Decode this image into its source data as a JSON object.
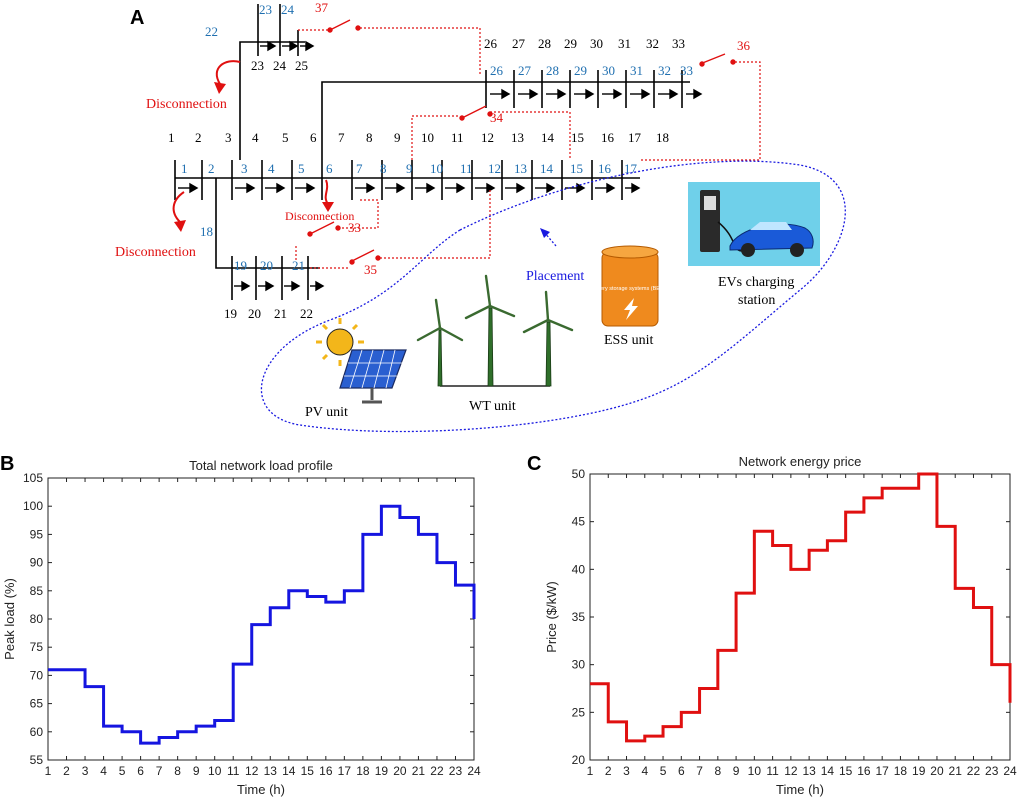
{
  "panel_a": {
    "letter": "A",
    "main_bus_black": [
      "1",
      "2",
      "3",
      "4",
      "5",
      "6",
      "7",
      "8",
      "9",
      "10",
      "11",
      "12",
      "13",
      "14",
      "15",
      "16",
      "17",
      "18"
    ],
    "main_bus_blue": [
      "1",
      "2",
      "3",
      "4",
      "5",
      "6",
      "7",
      "8",
      "9",
      "10",
      "11",
      "12",
      "13",
      "14",
      "15",
      "16",
      "17"
    ],
    "upper_left_blue": [
      "22",
      "23",
      "24"
    ],
    "upper_left_black": [
      "23",
      "24",
      "25"
    ],
    "upper_right_black": [
      "26",
      "27",
      "28",
      "29",
      "30",
      "31",
      "32",
      "33"
    ],
    "upper_right_blue": [
      "26",
      "27",
      "28",
      "29",
      "30",
      "31",
      "32",
      "33"
    ],
    "lower_blue": [
      "18",
      "19",
      "20",
      "21"
    ],
    "lower_black": [
      "19",
      "20",
      "21",
      "22"
    ],
    "tie_switches": [
      "33",
      "34",
      "35",
      "36",
      "37"
    ],
    "disconnection": "Disconnection",
    "placement": "Placement",
    "pv_label": "PV unit",
    "wt_label": "WT unit",
    "ess_label": "ESS unit",
    "ess_battery_text": "battery storage systems (BESS)",
    "ev_label_1": "EVs charging",
    "ev_label_2": "station",
    "colors": {
      "network": "#000000",
      "tie": "#e01010",
      "blue_label": "#1f6fb0",
      "boundary": "#1a1ae0"
    }
  },
  "chart_data": [
    {
      "panel": "B",
      "type": "line",
      "step": true,
      "title": "Total network load profile",
      "xlabel": "Time (h)",
      "ylabel": "Peak load (%)",
      "xlim": [
        1,
        24
      ],
      "ylim": [
        55,
        105
      ],
      "xticks": [
        1,
        2,
        3,
        4,
        5,
        6,
        7,
        8,
        9,
        10,
        11,
        12,
        13,
        14,
        15,
        16,
        17,
        18,
        19,
        20,
        21,
        22,
        23,
        24
      ],
      "yticks": [
        55,
        60,
        65,
        70,
        75,
        80,
        85,
        90,
        95,
        100,
        105
      ],
      "x": [
        1,
        2,
        3,
        4,
        5,
        6,
        7,
        8,
        9,
        10,
        11,
        12,
        13,
        14,
        15,
        16,
        17,
        18,
        19,
        20,
        21,
        22,
        23,
        24
      ],
      "values": [
        71,
        71,
        68,
        61,
        60,
        58,
        59,
        60,
        61,
        62,
        72,
        79,
        82,
        85,
        84,
        83,
        85,
        95,
        100,
        98,
        95,
        90,
        86,
        80
      ],
      "color": "#1515e0",
      "grid": false
    },
    {
      "panel": "C",
      "type": "line",
      "step": true,
      "title": "Network energy price",
      "xlabel": "Time (h)",
      "ylabel": "Price ($/kW)",
      "xlim": [
        1,
        24
      ],
      "ylim": [
        20,
        50
      ],
      "xticks": [
        1,
        2,
        3,
        4,
        5,
        6,
        7,
        8,
        9,
        10,
        11,
        12,
        13,
        14,
        15,
        16,
        17,
        18,
        19,
        20,
        21,
        22,
        23,
        24
      ],
      "yticks": [
        20,
        25,
        30,
        35,
        40,
        45,
        50
      ],
      "x": [
        1,
        2,
        3,
        4,
        5,
        6,
        7,
        8,
        9,
        10,
        11,
        12,
        13,
        14,
        15,
        16,
        17,
        18,
        19,
        20,
        21,
        22,
        23,
        24
      ],
      "values": [
        28,
        24,
        22,
        22.5,
        23.5,
        25,
        27.5,
        31.5,
        37.5,
        44,
        42.5,
        40,
        42,
        43,
        46,
        47.5,
        48.5,
        48.5,
        50,
        44.5,
        38,
        36,
        30,
        26
      ],
      "color": "#e01010",
      "grid": false
    }
  ]
}
